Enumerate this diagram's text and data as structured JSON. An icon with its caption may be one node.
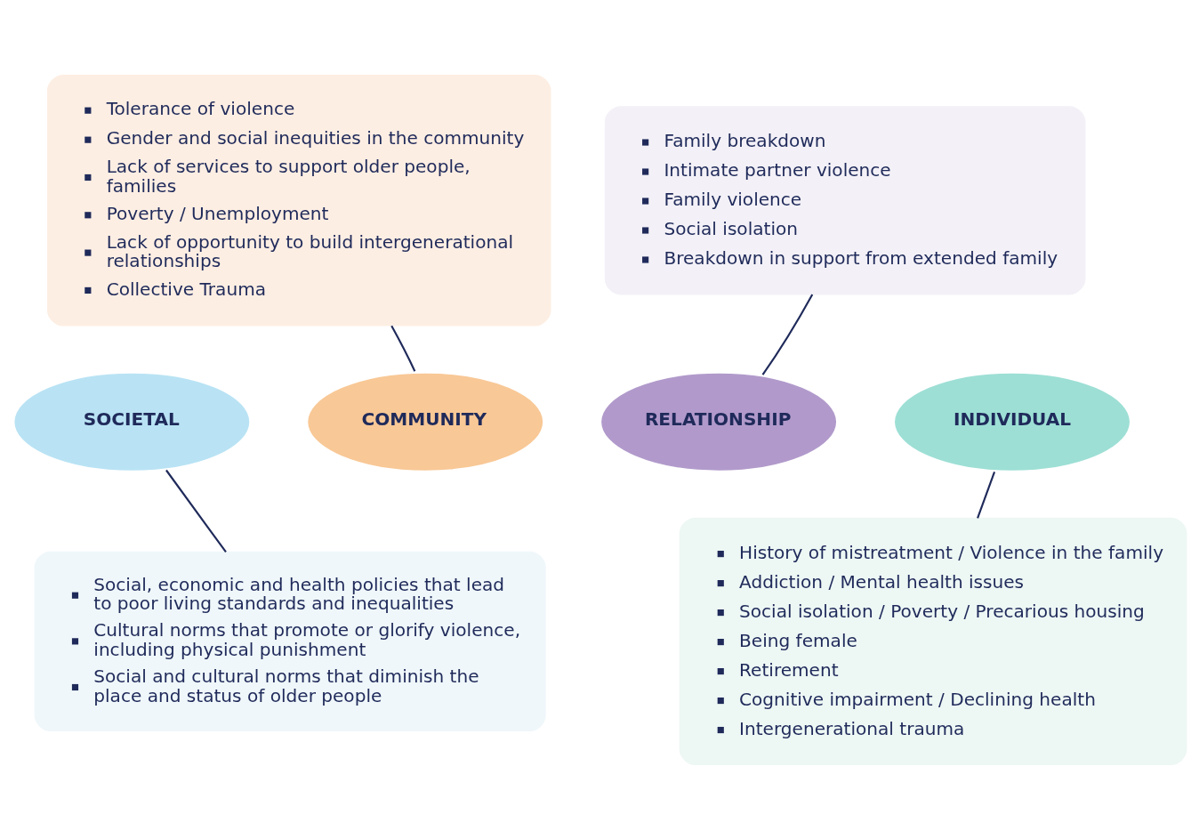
{
  "diagram": {
    "nodes": [
      {
        "text": [
          "Tolerance of violence",
          "Gender and social inequities in the community",
          "Lack of services to support older people, families",
          "Poverty / Unemployment",
          "Lack of opportunity to build intergenerational relationships",
          "Collective Trauma"
        ]
      },
      {
        "text": [
          "Family breakdown",
          "Intimate partner violence",
          "Family violence",
          "Social isolation",
          "Breakdown in support from extended family"
        ]
      },
      {
        "text": [
          "SOCIETAL"
        ]
      },
      {
        "text": [
          "COMMUNITY"
        ]
      },
      {
        "text": [
          "RELATIONSHIP"
        ]
      },
      {
        "text": [
          "INDIVIDUAL"
        ]
      },
      {
        "text": [
          "Social, economic and health policies that lead to poor living standards and inequalities",
          "Cultural norms that promote or glorify violence, including physical punishment",
          "Social and cultural norms that diminish the place and status of older people"
        ]
      },
      {
        "text": [
          "History of mistreatment / Violence in the family",
          "Addiction / Mental health issues",
          "Social isolation / Poverty / Precarious housing",
          "Being female",
          "Retirement",
          "Cognitive impairment / Declining health",
          "Intergenerational trauma"
        ]
      }
    ],
    "edges": [
      {
        "from": 3,
        "to": 0,
        "arrow": "none"
      },
      {
        "from": 4,
        "to": 1,
        "arrow": "none"
      },
      {
        "from": 2,
        "to": 6,
        "arrow": "none"
      },
      {
        "from": 5,
        "to": 7,
        "arrow": "none"
      }
    ]
  }
}
